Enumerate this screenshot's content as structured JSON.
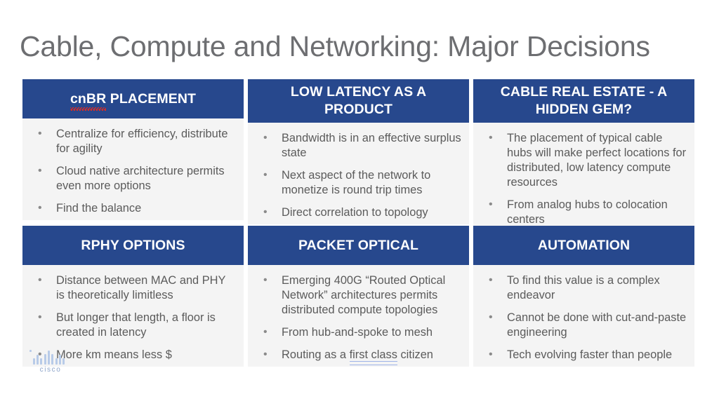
{
  "slide": {
    "title": "Cable, Compute and Networking: Major Decisions",
    "title_color": "#6d6e71",
    "background_color": "#ffffff",
    "accent_color": "#27488D",
    "body_background": "#f4f4f4",
    "body_text_color": "#5b5b5b",
    "spellcheck_underline_color": "#e02b20",
    "grammar_underline_color": "#9fb4e8"
  },
  "cards": [
    {
      "header_pre": "cnBR",
      "header_post": " PLACEMENT",
      "header_full": "cnBR PLACEMENT",
      "bullets": [
        "Centralize for efficiency, distribute for agility",
        "Cloud native architecture permits even more options",
        "Find the balance"
      ]
    },
    {
      "header_full": "LOW LATENCY AS A PRODUCT",
      "bullets": [
        "Bandwidth is in an effective surplus state",
        "Next aspect of the network to monetize is round trip times",
        "Direct correlation to topology"
      ]
    },
    {
      "header_full": "CABLE REAL ESTATE - A HIDDEN GEM?",
      "bullets": [
        "The placement of typical cable hubs will make perfect locations for distributed, low latency compute resources",
        "From analog hubs to colocation centers"
      ]
    },
    {
      "header_full": "RPHY OPTIONS",
      "bullets": [
        "Distance between MAC and PHY is theoretically limitless",
        "But longer that length, a floor is created in latency",
        "More km means less $"
      ]
    },
    {
      "header_full": "PACKET OPTICAL",
      "bullets_rich": {
        "b1": "Emerging 400G “Routed Optical Network” architectures permits distributed compute topologies",
        "b2": "From hub-and-spoke to mesh",
        "b3_pre": "Routing as a ",
        "b3_mark": "first class",
        "b3_post": " citizen"
      }
    },
    {
      "header_full": "AUTOMATION",
      "bullets": [
        "To find this value is a complex endeavor",
        "Cannot be done with cut-and-paste engineering",
        "Tech evolving faster than people"
      ]
    }
  ],
  "logo": {
    "wordmark": "cisco"
  }
}
